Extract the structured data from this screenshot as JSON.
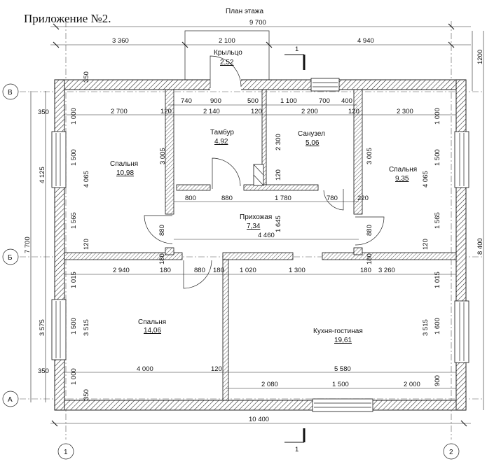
{
  "appendix_title": "Приложение №2.",
  "plan_title": "План этажа",
  "axes": {
    "v1": "1",
    "v2": "2",
    "hA": "А",
    "hB": "Б",
    "hV": "В"
  },
  "section_mark": "1",
  "rooms": [
    {
      "name": "Крыльцо",
      "area": "2,52"
    },
    {
      "name": "Тамбур",
      "area": "4,92"
    },
    {
      "name": "Санузел",
      "area": "5,06"
    },
    {
      "name": "Спальня",
      "area": "10,98"
    },
    {
      "name": "Спальня",
      "area": "9,35"
    },
    {
      "name": "Прихожая",
      "area": "7,34"
    },
    {
      "name": "Спальня",
      "area": "14,06"
    },
    {
      "name": "Кухня-гостиная",
      "area": "19,61"
    }
  ],
  "dims": {
    "overall_top": "9 700",
    "top_3360": "3 360",
    "top_2100": "2 100",
    "top_4940": "4 940",
    "overall_bottom": "10 400",
    "r1": [
      "740",
      "900",
      "500",
      "1 100",
      "700",
      "400"
    ],
    "r2": [
      "2 700",
      "120",
      "2 140",
      "120",
      "2 200",
      "120",
      "2 300"
    ],
    "r3": [
      "800",
      "880",
      "1 780",
      "780",
      "220"
    ],
    "d4460": "4 460",
    "r4": [
      "2 940",
      "180",
      "880",
      "180",
      "1 020",
      "1 300",
      "180",
      "3 260"
    ],
    "r5": [
      "4 000",
      "120",
      "5 580"
    ],
    "r6": [
      "2 080",
      "1 500",
      "2 000"
    ],
    "left_total": "7 700",
    "left_4125": "4 125",
    "left_3575": "3 575",
    "left_350": "350",
    "right_1200": "1200",
    "right_8400": "8 400",
    "lv": [
      "1 000",
      "1 500",
      "1 565",
      "1 015",
      "1 500",
      "1 000"
    ],
    "lv2": [
      "4 065",
      "3 515"
    ],
    "lv_top_350": "350",
    "lv_bot_350": "350",
    "lv_120a": "120",
    "lv_120b": "120",
    "rv": [
      "1 000",
      "1 500",
      "1 565",
      "1 015",
      "1 600",
      "900"
    ],
    "rv2": [
      "4 065",
      "3 515"
    ],
    "rv_120": "120",
    "cv": [
      "3 005",
      "3 005",
      "2 300",
      "120",
      "1 645"
    ],
    "door_880a": "880",
    "door_880b": "880",
    "d180a": "180",
    "d180b": "180"
  }
}
